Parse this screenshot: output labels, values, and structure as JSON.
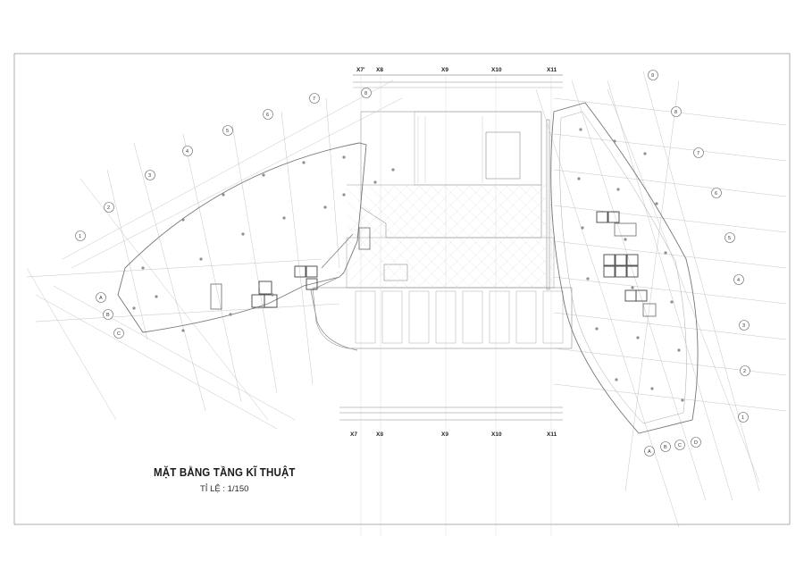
{
  "drawing": {
    "title": "MẶT BẰNG TẦNG KĨ THUẬT",
    "scale_label": "TỈ LỆ : 1/150",
    "top_axis_labels": [
      "X7'",
      "X8",
      "X9",
      "X10",
      "X11"
    ],
    "bottom_axis_labels": [
      "X7",
      "X8",
      "X9",
      "X10",
      "X11"
    ],
    "left_wing_numbered_axes": [
      "1",
      "2",
      "3",
      "4",
      "5",
      "6",
      "7",
      "8"
    ],
    "left_wing_lettered_axes": [
      "A",
      "B",
      "C"
    ],
    "right_wing_numbered_axes": [
      "9",
      "8",
      "7",
      "6",
      "5",
      "4",
      "3",
      "2",
      "1"
    ],
    "right_wing_lettered_axes": [
      "A",
      "B",
      "C",
      "D"
    ]
  },
  "colors": {
    "linework": "#8a8a8a",
    "grid": "#c4c4c4",
    "heavy": "#555555",
    "text": "#1a1a1a"
  }
}
